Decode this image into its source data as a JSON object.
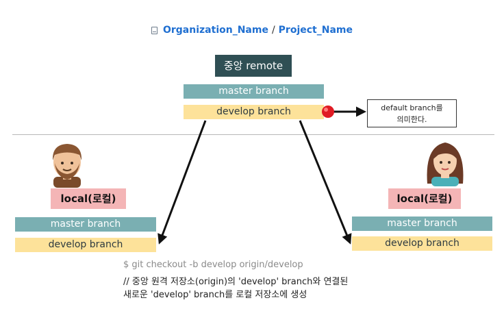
{
  "header": {
    "organization": "Organization_Name",
    "separator": "/",
    "project": "Project_Name",
    "icon": "repo-icon"
  },
  "remote": {
    "title": "중앙 remote",
    "master": "master branch",
    "develop": "develop branch"
  },
  "callout": {
    "line1": "default branch를",
    "line2": "의미한다."
  },
  "local_left": {
    "label": "local(로컬)",
    "master": "master branch",
    "develop": "develop branch"
  },
  "local_right": {
    "label": "local(로컬)",
    "master": "master branch",
    "develop": "develop branch"
  },
  "command": {
    "line": "$ git checkout -b develop origin/develop",
    "comment1": "// 중앙 원격 저장소(origin)의 'develop' branch와 연결된",
    "comment2": "새로운 'develop' branch를 로컬 저장소에 생성"
  },
  "colors": {
    "remote_title_bg": "#2f4f54",
    "master_bar": "#7aafb2",
    "develop_bar": "#fde29a",
    "local_label": "#f4b5b6",
    "marker": "#e01b24",
    "link": "#1f6fd1"
  }
}
